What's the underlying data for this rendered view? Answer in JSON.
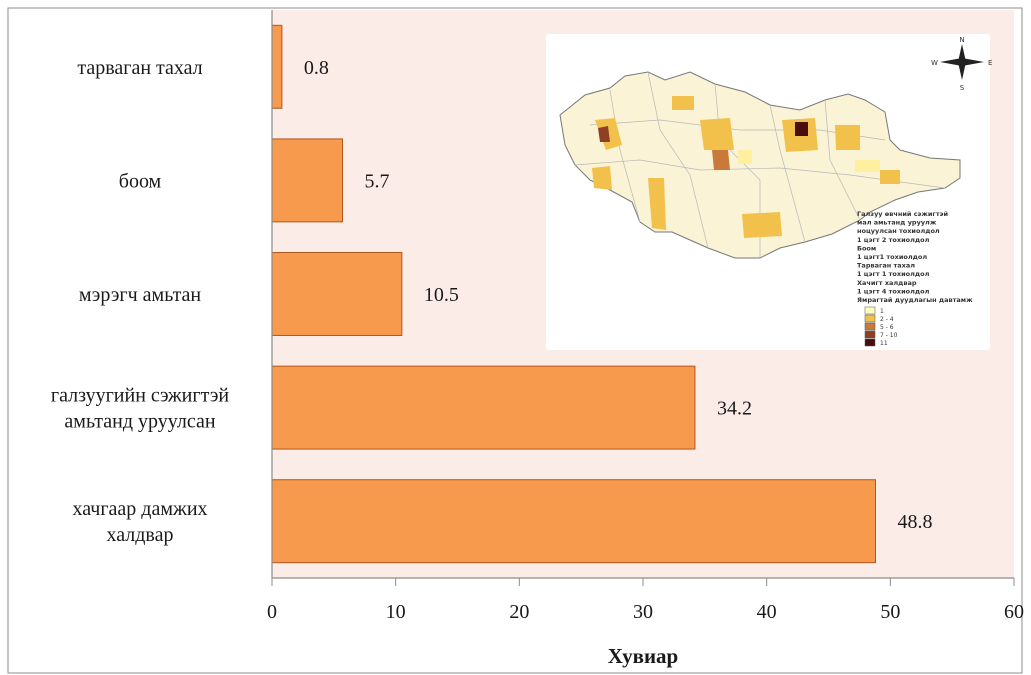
{
  "chart_data": {
    "type": "bar",
    "orientation": "horizontal",
    "categories": [
      [
        "тарваган тахал"
      ],
      [
        "боом"
      ],
      [
        "мэрэгч амьтан"
      ],
      [
        "галзуугийн сэжигтэй",
        "амьтанд уруулсан"
      ],
      [
        "хачгаар дамжих",
        "халдвар"
      ]
    ],
    "values": [
      0.8,
      5.7,
      10.5,
      34.2,
      48.8
    ],
    "value_labels": [
      "0.8",
      "5.7",
      "10.5",
      "34.2",
      "48.8"
    ],
    "xlabel": "Хувиар",
    "xlim": [
      0,
      60
    ],
    "xticks": [
      0,
      10,
      20,
      30,
      40,
      50,
      60
    ],
    "grid": false,
    "colors": {
      "bar_fill": "#f79a4e",
      "bar_stroke": "#b0571e",
      "plot_background": "#fcece8",
      "axis": "#8c8c8c",
      "frame": "#8c8c8c"
    }
  },
  "inset_map": {
    "compass": {
      "n": "N",
      "s": "S",
      "e": "E",
      "w": "W"
    },
    "legend_lines": [
      "Галзуу өвчний сэжигтэй",
      "мал амьтанд уруулж",
      "ноцуулсан тохиолдол",
      "1 цэгт 2 тохиолдол",
      "Боом",
      "1 цэгт1 тохиолдол",
      "Тарваган тахал",
      "1 цэгт 1 тохиолдол",
      "Хачигт халдвар",
      "1 цэгт 4 тохиолдол",
      "Ямрагтай дуудлагын давтамж"
    ],
    "legend_classes": [
      {
        "label": "1",
        "color": "#ffffc0"
      },
      {
        "label": "2 - 4",
        "color": "#f2c14b"
      },
      {
        "label": "5 - 6",
        "color": "#c97a3a"
      },
      {
        "label": "7 - 10",
        "color": "#8f3f25"
      },
      {
        "label": "11",
        "color": "#4a0d0d"
      }
    ]
  }
}
